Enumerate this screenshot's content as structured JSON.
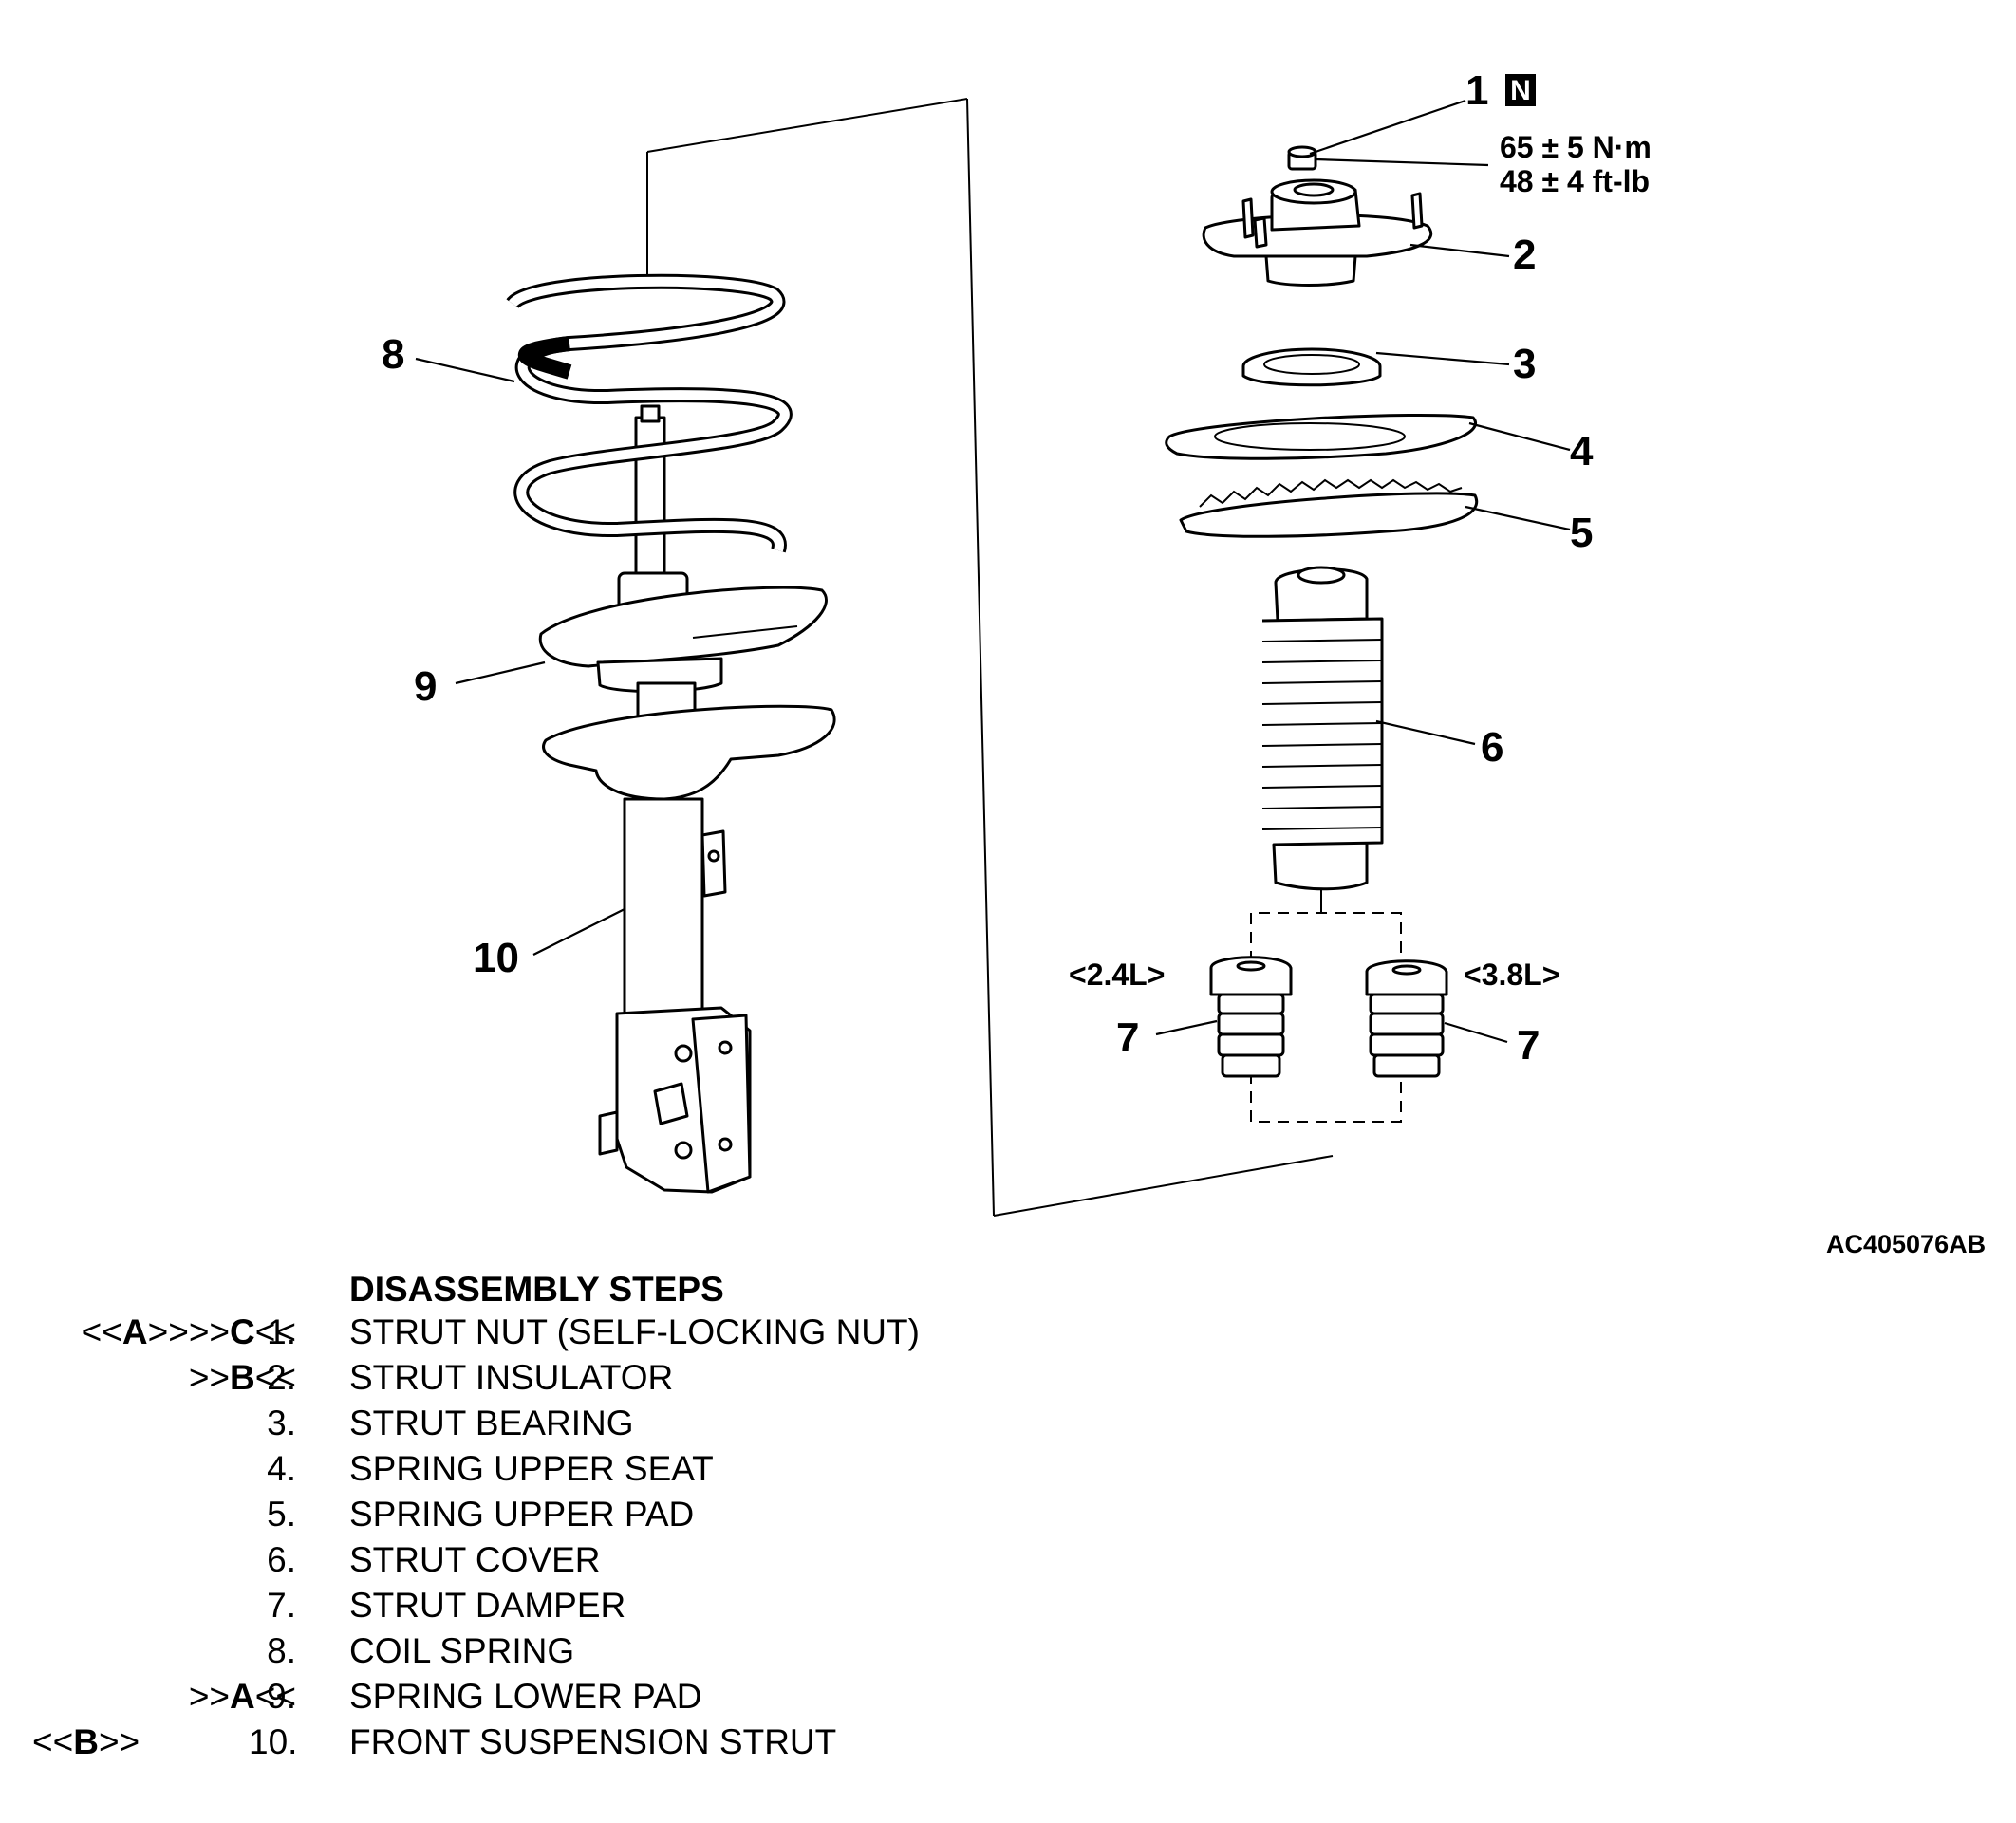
{
  "figure_id": "AC405076AB",
  "torque": {
    "metric": "65 ± 5 N·m",
    "imperial": "48 ± 4 ft-lb"
  },
  "new_part_badge": "N",
  "engine_labels": {
    "left": "<2.4L>",
    "right": "<3.8L>"
  },
  "callouts": {
    "c1": "1",
    "c2": "2",
    "c3": "3",
    "c4": "4",
    "c5": "5",
    "c6": "6",
    "c7a": "7",
    "c7b": "7",
    "c8": "8",
    "c9": "9",
    "c10": "10"
  },
  "steps_title": "DISASSEMBLY STEPS",
  "steps": [
    {
      "mark_a": "<<",
      "mark_a_letter": "A",
      "mark_a_end": ">>",
      "mark_b": ">>",
      "mark_b_letter": "C",
      "mark_b_end": "<<",
      "num": "1.",
      "name": "STRUT NUT (SELF-LOCKING NUT)"
    },
    {
      "mark_a": "",
      "mark_a_letter": "",
      "mark_a_end": "",
      "mark_b": ">>",
      "mark_b_letter": "B",
      "mark_b_end": "<<",
      "num": "2.",
      "name": "STRUT INSULATOR"
    },
    {
      "mark_a": "",
      "mark_a_letter": "",
      "mark_a_end": "",
      "mark_b": "",
      "mark_b_letter": "",
      "mark_b_end": "",
      "num": "3.",
      "name": "STRUT BEARING"
    },
    {
      "mark_a": "",
      "mark_a_letter": "",
      "mark_a_end": "",
      "mark_b": "",
      "mark_b_letter": "",
      "mark_b_end": "",
      "num": "4.",
      "name": "SPRING UPPER SEAT"
    },
    {
      "mark_a": "",
      "mark_a_letter": "",
      "mark_a_end": "",
      "mark_b": "",
      "mark_b_letter": "",
      "mark_b_end": "",
      "num": "5.",
      "name": "SPRING UPPER PAD"
    },
    {
      "mark_a": "",
      "mark_a_letter": "",
      "mark_a_end": "",
      "mark_b": "",
      "mark_b_letter": "",
      "mark_b_end": "",
      "num": "6.",
      "name": "STRUT COVER"
    },
    {
      "mark_a": "",
      "mark_a_letter": "",
      "mark_a_end": "",
      "mark_b": "",
      "mark_b_letter": "",
      "mark_b_end": "",
      "num": "7.",
      "name": "STRUT DAMPER"
    },
    {
      "mark_a": "",
      "mark_a_letter": "",
      "mark_a_end": "",
      "mark_b": "",
      "mark_b_letter": "",
      "mark_b_end": "",
      "num": "8.",
      "name": "COIL SPRING"
    },
    {
      "mark_a": "",
      "mark_a_letter": "",
      "mark_a_end": "",
      "mark_b": ">>",
      "mark_b_letter": "A",
      "mark_b_end": "<<",
      "num": "9.",
      "name": "SPRING LOWER PAD"
    },
    {
      "mark_a": "<<",
      "mark_a_letter": "B",
      "mark_a_end": ">>",
      "mark_b": "",
      "mark_b_letter": "",
      "mark_b_end": "",
      "num": "10.",
      "name": "FRONT SUSPENSION STRUT"
    }
  ]
}
